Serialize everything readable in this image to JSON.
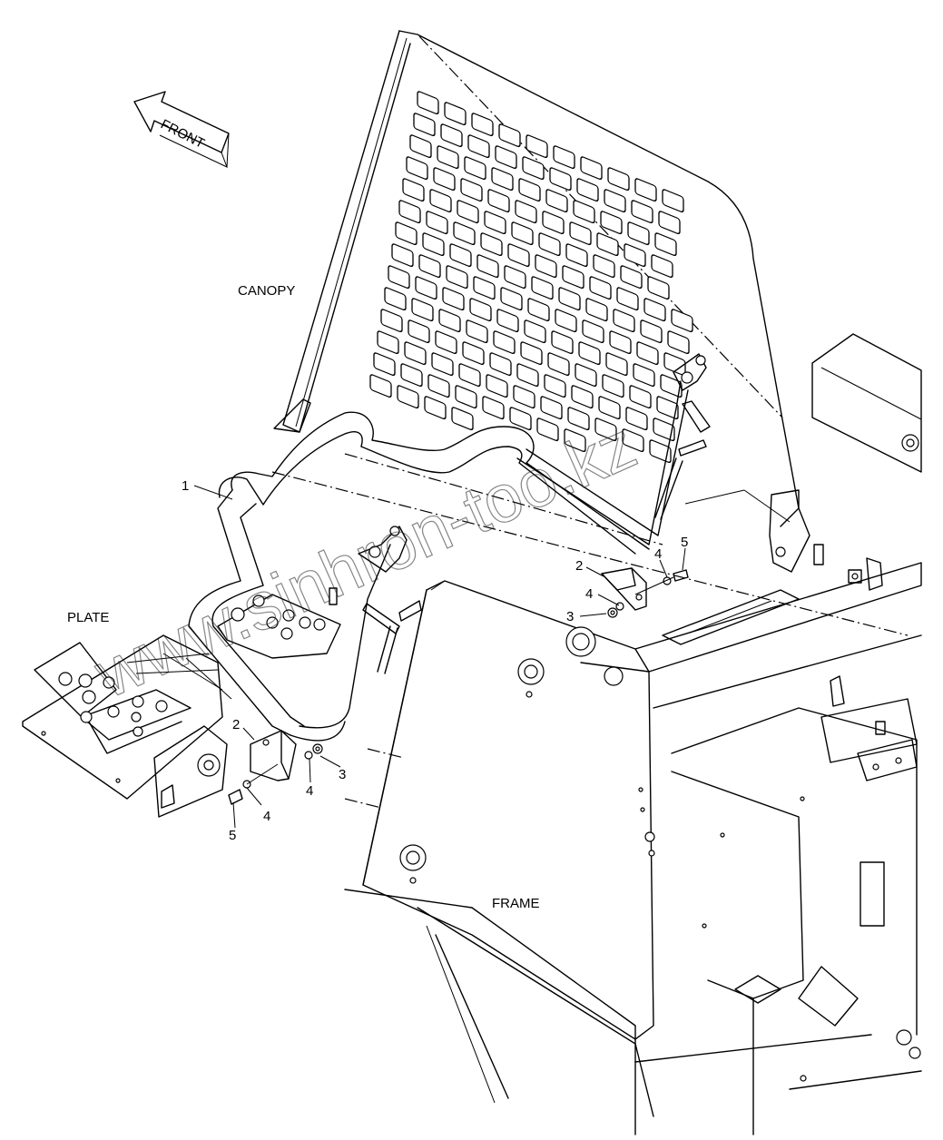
{
  "labels": {
    "front": "FRONT",
    "canopy": "CANOPY",
    "plate": "PLATE",
    "frame": "FRAME"
  },
  "watermark": "www.sinhron-too.kz",
  "callouts": [
    "1",
    "2",
    "2",
    "3",
    "3",
    "4",
    "4",
    "4",
    "4",
    "5",
    "5"
  ]
}
